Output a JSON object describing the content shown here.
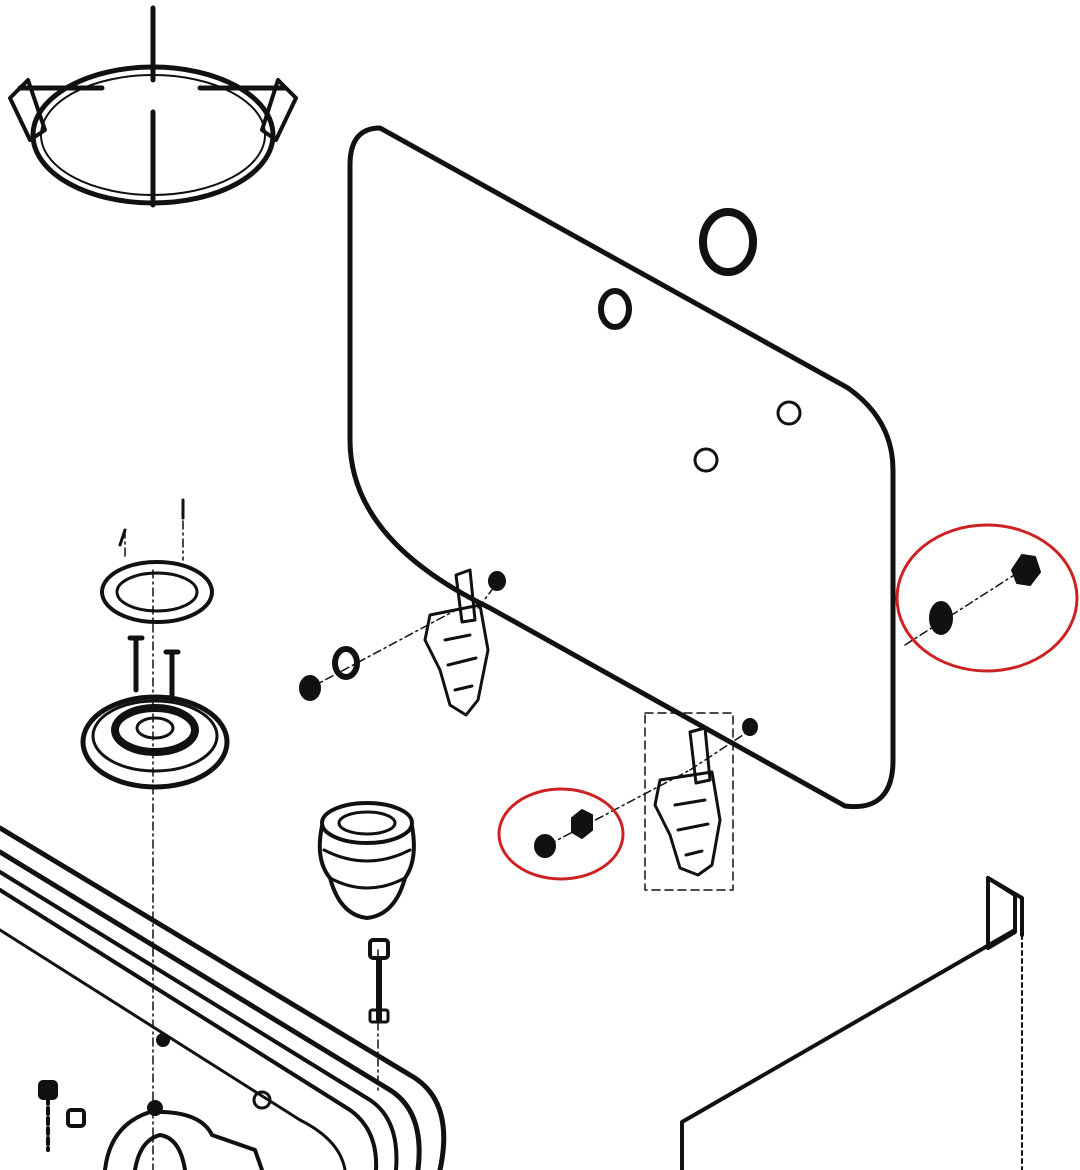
{
  "diagram": {
    "kind": "exploded-parts-drawing",
    "line_color": "#111111",
    "background": "#ffffff",
    "highlight_color": "#cc2222",
    "highlights": [
      {
        "label": "",
        "marks": "washer-and-nut-pair-right"
      },
      {
        "label": "",
        "marks": "washer-and-nut-pair-lower"
      }
    ],
    "parts": [
      "pan-support-grate",
      "glass-lid",
      "lid-hinge-left",
      "lid-hinge-right",
      "burner-ring",
      "burner-cap",
      "burner-cup",
      "bolt",
      "hob-tray",
      "side-panel",
      "screw",
      "washer",
      "nut"
    ]
  }
}
